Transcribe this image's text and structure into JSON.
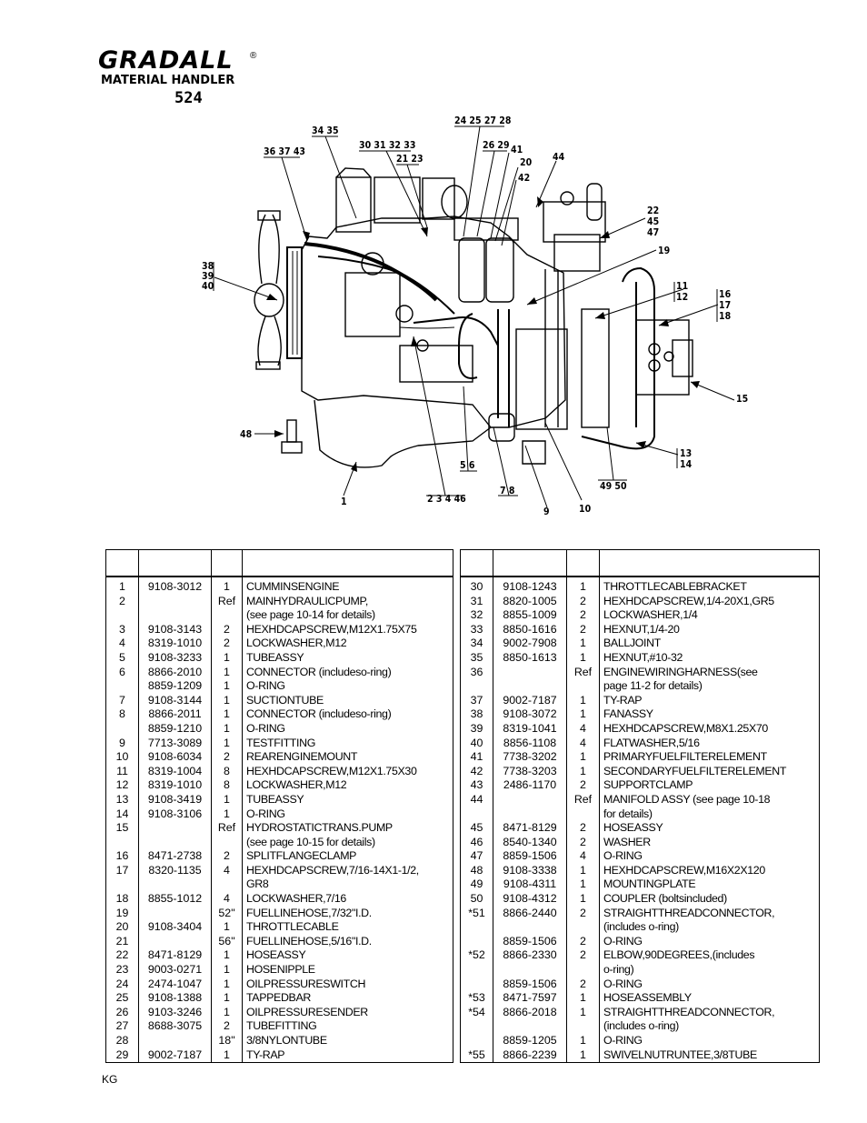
{
  "brand": {
    "name": "GRADALL",
    "reg": "®",
    "subtitle": "MATERIAL HANDLER",
    "model": "524"
  },
  "callouts": [
    "34 35",
    "36 37 43",
    "30 31 32 33",
    "21 23",
    "24 25 27 28",
    "26 29",
    "41",
    "20",
    "42",
    "44",
    "22",
    "45",
    "47",
    "19",
    "11",
    "12",
    "16",
    "17",
    "18",
    "15",
    "13",
    "14",
    "38",
    "39",
    "40",
    "48",
    "1",
    "2 3 4 46",
    "5 6",
    "7 8",
    "9",
    "10",
    "49 50"
  ],
  "table_headers": [
    "",
    "",
    "",
    ""
  ],
  "left_rows": [
    [
      "1",
      "9108-3012",
      "1",
      "CUMMINSENGINE"
    ],
    [
      "2",
      "",
      "Ref",
      "MAINHYDRAULICPUMP,"
    ],
    [
      "",
      "",
      "",
      "(see page 10-14 for details)"
    ],
    [
      "3",
      "9108-3143",
      "2",
      "HEXHDCAPSCREW,M12X1.75X75"
    ],
    [
      "4",
      "8319-1010",
      "2",
      "LOCKWASHER,M12"
    ],
    [
      "5",
      "9108-3233",
      "1",
      "TUBEASSY"
    ],
    [
      "6",
      "8866-2010",
      "1",
      "CONNECTOR (includeso-ring)"
    ],
    [
      "",
      "8859-1209",
      "1",
      "O-RING"
    ],
    [
      "7",
      "9108-3144",
      "1",
      "SUCTIONTUBE"
    ],
    [
      "8",
      "8866-2011",
      "1",
      "CONNECTOR (includeso-ring)"
    ],
    [
      "",
      "8859-1210",
      "1",
      "O-RING"
    ],
    [
      "9",
      "7713-3089",
      "1",
      "TESTFITTING"
    ],
    [
      "10",
      "9108-6034",
      "2",
      "REARENGINEMOUNT"
    ],
    [
      "11",
      "8319-1004",
      "8",
      "HEXHDCAPSCREW,M12X1.75X30"
    ],
    [
      "12",
      "8319-1010",
      "8",
      "LOCKWASHER,M12"
    ],
    [
      "13",
      "9108-3419",
      "1",
      "TUBEASSY"
    ],
    [
      "14",
      "9108-3106",
      "1",
      "O-RING"
    ],
    [
      "15",
      "",
      "Ref",
      "HYDROSTATICTRANS.PUMP"
    ],
    [
      "",
      "",
      "",
      "(see page 10-15 for details)"
    ],
    [
      "16",
      "8471-2738",
      "2",
      "SPLITFLANGECLAMP"
    ],
    [
      "17",
      "8320-1135",
      "4",
      "HEXHDCAPSCREW,7/16-14X1-1/2,"
    ],
    [
      "",
      "",
      "",
      "GR8"
    ],
    [
      "18",
      "8855-1012",
      "4",
      "LOCKWASHER,7/16"
    ],
    [
      "19",
      "",
      "52\"",
      "FUELLINEHOSE,7/32\"I.D."
    ],
    [
      "20",
      "9108-3404",
      "1",
      "THROTTLECABLE"
    ],
    [
      "21",
      "",
      "56\"",
      "FUELLINEHOSE,5/16\"I.D."
    ],
    [
      "22",
      "8471-8129",
      "1",
      "HOSEASSY"
    ],
    [
      "23",
      "9003-0271",
      "1",
      "HOSENIPPLE"
    ],
    [
      "24",
      "2474-1047",
      "1",
      "OILPRESSURESWITCH"
    ],
    [
      "25",
      "9108-1388",
      "1",
      "TAPPEDBAR"
    ],
    [
      "26",
      "9103-3246",
      "1",
      "OILPRESSURESENDER"
    ],
    [
      "27",
      "8688-3075",
      "2",
      "TUBEFITTING"
    ],
    [
      "28",
      "",
      "18\"",
      "3/8NYLONTUBE"
    ],
    [
      "29",
      "9002-7187",
      "1",
      "TY-RAP"
    ]
  ],
  "right_rows": [
    [
      "30",
      "9108-1243",
      "1",
      "THROTTLECABLEBRACKET"
    ],
    [
      "31",
      "8820-1005",
      "2",
      "HEXHDCAPSCREW,1/4-20X1,GR5"
    ],
    [
      "32",
      "8855-1009",
      "2",
      "LOCKWASHER,1/4"
    ],
    [
      "33",
      "8850-1616",
      "2",
      "HEXNUT,1/4-20"
    ],
    [
      "34",
      "9002-7908",
      "1",
      "BALLJOINT"
    ],
    [
      "35",
      "8850-1613",
      "1",
      "HEXNUT,#10-32"
    ],
    [
      "36",
      "",
      "Ref",
      "ENGINEWIRINGHARNESS(see"
    ],
    [
      "",
      "",
      "",
      "page 11-2 for details)"
    ],
    [
      "37",
      "9002-7187",
      "1",
      "TY-RAP"
    ],
    [
      "38",
      "9108-3072",
      "1",
      "FANASSY"
    ],
    [
      "39",
      "8319-1041",
      "4",
      "HEXHDCAPSCREW,M8X1.25X70"
    ],
    [
      "40",
      "8856-1108",
      "4",
      "FLATWASHER,5/16"
    ],
    [
      "41",
      "7738-3202",
      "1",
      "PRIMARYFUELFILTERELEMENT"
    ],
    [
      "42",
      "7738-3203",
      "1",
      "SECONDARYFUELFILTERELEMENT"
    ],
    [
      "43",
      "2486-1170",
      "2",
      "SUPPORTCLAMP"
    ],
    [
      "44",
      "",
      "Ref",
      "MANIFOLD ASSY (see page 10-18"
    ],
    [
      "",
      "",
      "",
      "for details)"
    ],
    [
      "45",
      "8471-8129",
      "2",
      "HOSEASSY"
    ],
    [
      "46",
      "8540-1340",
      "2",
      "WASHER"
    ],
    [
      "47",
      "8859-1506",
      "4",
      "O-RING"
    ],
    [
      "48",
      "9108-3338",
      "1",
      "HEXHDCAPSCREW,M16X2X120"
    ],
    [
      "49",
      "9108-4311",
      "1",
      "MOUNTINGPLATE"
    ],
    [
      "50",
      "9108-4312",
      "1",
      "COUPLER (boltsincluded)"
    ],
    [
      "*51",
      "8866-2440",
      "2",
      "STRAIGHTTHREADCONNECTOR,"
    ],
    [
      "",
      "",
      "",
      "(includes o-ring)"
    ],
    [
      "",
      "8859-1506",
      "2",
      "O-RING"
    ],
    [
      "*52",
      "8866-2330",
      "2",
      "ELBOW,90DEGREES,(includes"
    ],
    [
      "",
      "",
      "",
      "o-ring)"
    ],
    [
      "",
      "8859-1506",
      "2",
      "O-RING"
    ],
    [
      "*53",
      "8471-7597",
      "1",
      "HOSEASSEMBLY"
    ],
    [
      "*54",
      "8866-2018",
      "1",
      "STRAIGHTTHREADCONNECTOR,"
    ],
    [
      "",
      "",
      "",
      "(includes o-ring)"
    ],
    [
      "",
      "8859-1205",
      "1",
      "O-RING"
    ],
    [
      "*55",
      "8866-2239",
      "1",
      "SWIVELNUTRUNTEE,3/8TUBE"
    ]
  ],
  "footer": "KG"
}
